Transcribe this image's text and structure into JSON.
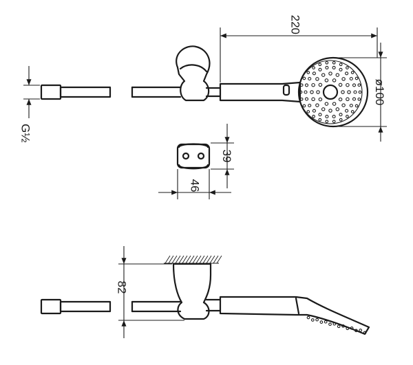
{
  "dimensions": {
    "arm_length": "220",
    "head_diameter": "ø100",
    "thread": "G½",
    "bracket_height": "39",
    "bracket_width": "46",
    "wall_offset": "82"
  }
}
